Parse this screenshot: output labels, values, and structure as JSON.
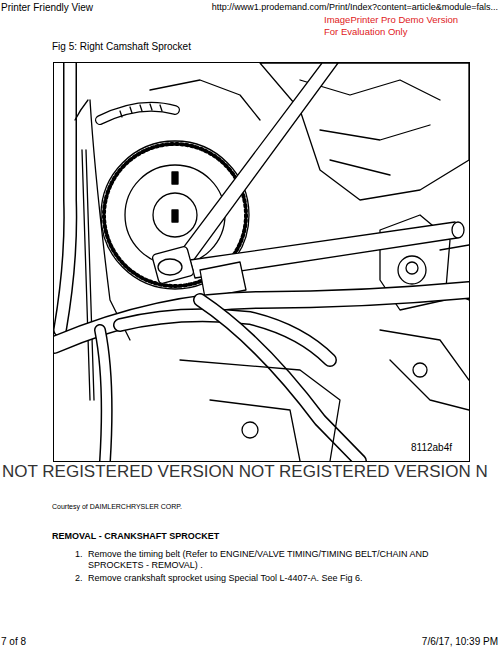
{
  "diagram": {
    "title": "Fig 5: Right Camshaft Sprocket",
    "labels": [
      "Printer Friendly View",
      "http://www1.prodemand.com/Print/Index?content=article&module=fals...",
      "ImagePrinter Pro Demo Version",
      "For Evaluation Only",
      "8112ab4f",
      "NOT REGISTERED VERSION NOT REGISTERED VERSION N",
      "Courtesy of DAIMLERCHRYSLER CORP.",
      "REMOVAL - CRANKSHAFT SPROCKET",
      "1.",
      "Remove the timing belt (Refer to ENGINE/VALVE TIMING/TIMING BELT/CHAIN AND SPROCKETS - REMOVAL) .",
      "2.",
      "Remove crankshaft sprocket using Special Tool L-4407-A. See Fig 6.",
      "7 of 8",
      "7/6/17, 10:39 PM"
    ]
  }
}
